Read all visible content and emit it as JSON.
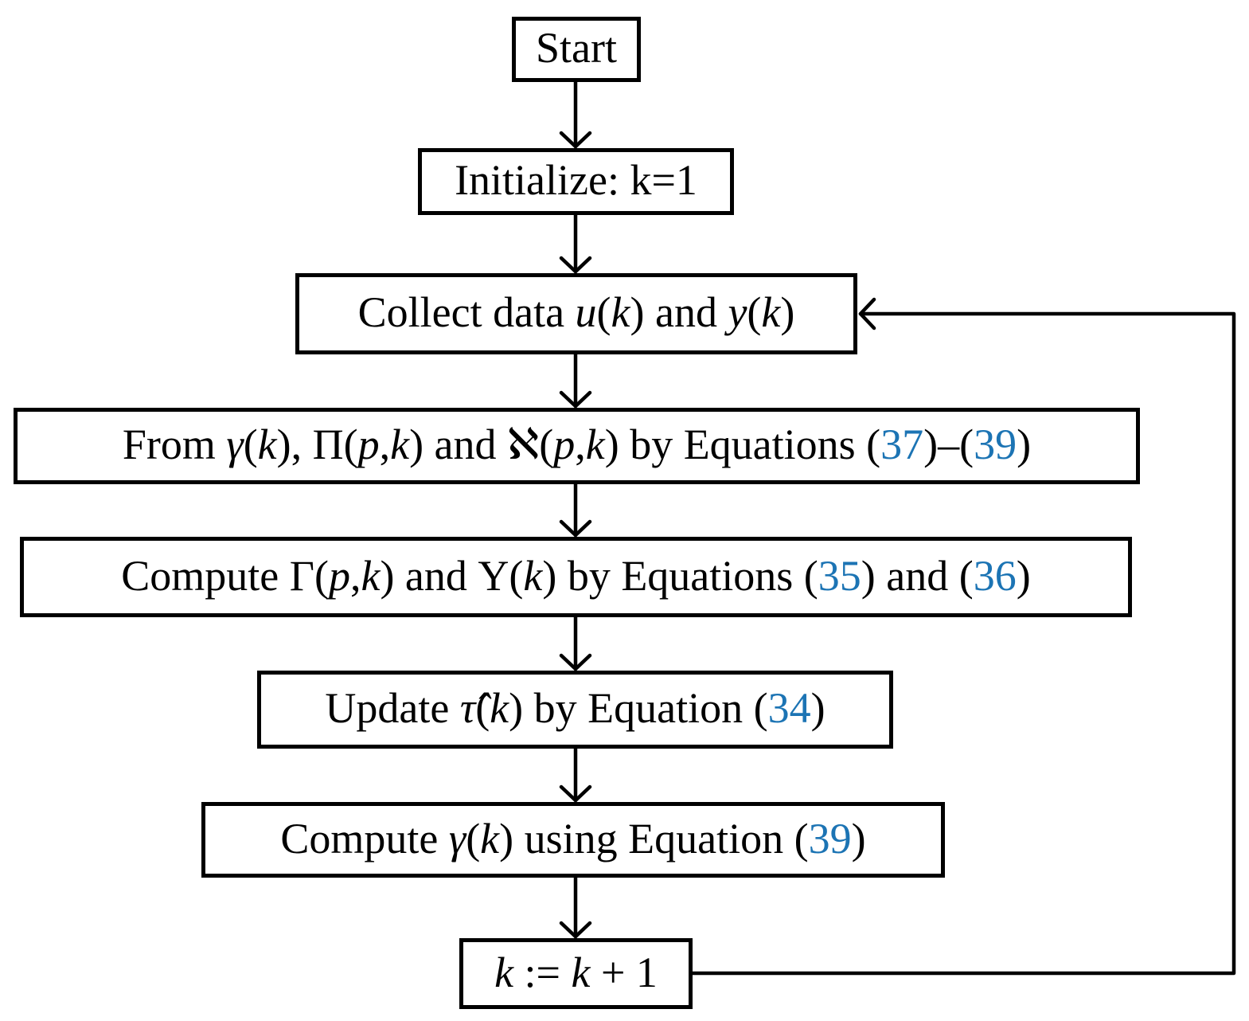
{
  "figure": {
    "type": "flowchart",
    "background_color": "#ffffff",
    "text_color": "#000000",
    "link_color": "#1c74b4",
    "nodes": [
      {
        "id": "start",
        "label": "Start",
        "segments": [
          {
            "t": "Start"
          }
        ]
      },
      {
        "id": "initialize",
        "label": "Initialize: k=1",
        "segments": [
          {
            "t": "Initialize: k=1"
          }
        ]
      },
      {
        "id": "collect-data",
        "label": "Collect data u(k) and y(k)",
        "segments": [
          {
            "t": "Collect data "
          },
          {
            "t": "u",
            "style": "italic"
          },
          {
            "t": "("
          },
          {
            "t": "k",
            "style": "italic"
          },
          {
            "t": ") and "
          },
          {
            "t": "y",
            "style": "italic"
          },
          {
            "t": "("
          },
          {
            "t": "k",
            "style": "italic"
          },
          {
            "t": ")"
          }
        ]
      },
      {
        "id": "form-pi-aleph",
        "label": "From γ(k), Π(p,k) and ℵ(p,k) by Equations (37)–(39)",
        "segments": [
          {
            "t": "From "
          },
          {
            "t": "γ",
            "style": "italic"
          },
          {
            "t": "("
          },
          {
            "t": "k",
            "style": "italic"
          },
          {
            "t": "), Π("
          },
          {
            "t": "p",
            "style": "italic"
          },
          {
            "t": ","
          },
          {
            "t": "k",
            "style": "italic"
          },
          {
            "t": ") and ℵ("
          },
          {
            "t": "p",
            "style": "italic"
          },
          {
            "t": ","
          },
          {
            "t": "k",
            "style": "italic"
          },
          {
            "t": ") by Equations ("
          },
          {
            "t": "37",
            "style": "link"
          },
          {
            "t": ")–("
          },
          {
            "t": "39",
            "style": "link"
          },
          {
            "t": ")"
          }
        ]
      },
      {
        "id": "compute-gamma-upsilon",
        "label": "Compute Γ(p,k) and Υ(k) by Equations (35) and (36)",
        "segments": [
          {
            "t": "Compute Γ("
          },
          {
            "t": "p",
            "style": "italic"
          },
          {
            "t": ","
          },
          {
            "t": "k",
            "style": "italic"
          },
          {
            "t": ") and Υ("
          },
          {
            "t": "k",
            "style": "italic"
          },
          {
            "t": ") by Equations ("
          },
          {
            "t": "35",
            "style": "link"
          },
          {
            "t": ") and ("
          },
          {
            "t": "36",
            "style": "link"
          },
          {
            "t": ")"
          }
        ]
      },
      {
        "id": "update-tau",
        "label": "Update τ̂(k) by Equation (34)",
        "segments": [
          {
            "t": "Update "
          },
          {
            "t": "τ̂",
            "style": "italic"
          },
          {
            "t": "("
          },
          {
            "t": "k",
            "style": "italic"
          },
          {
            "t": ") by Equation ("
          },
          {
            "t": "34",
            "style": "link"
          },
          {
            "t": ")"
          }
        ]
      },
      {
        "id": "compute-gamma",
        "label": "Compute γ(k) using Equation (39)",
        "segments": [
          {
            "t": "Compute "
          },
          {
            "t": "γ",
            "style": "italic"
          },
          {
            "t": "("
          },
          {
            "t": "k",
            "style": "italic"
          },
          {
            "t": ") using Equation ("
          },
          {
            "t": "39",
            "style": "link"
          },
          {
            "t": ")"
          }
        ]
      },
      {
        "id": "increment-k",
        "label": "k := k + 1",
        "segments": [
          {
            "t": "k",
            "style": "italic"
          },
          {
            "t": " := "
          },
          {
            "t": "k",
            "style": "italic"
          },
          {
            "t": " + 1"
          }
        ]
      }
    ]
  }
}
